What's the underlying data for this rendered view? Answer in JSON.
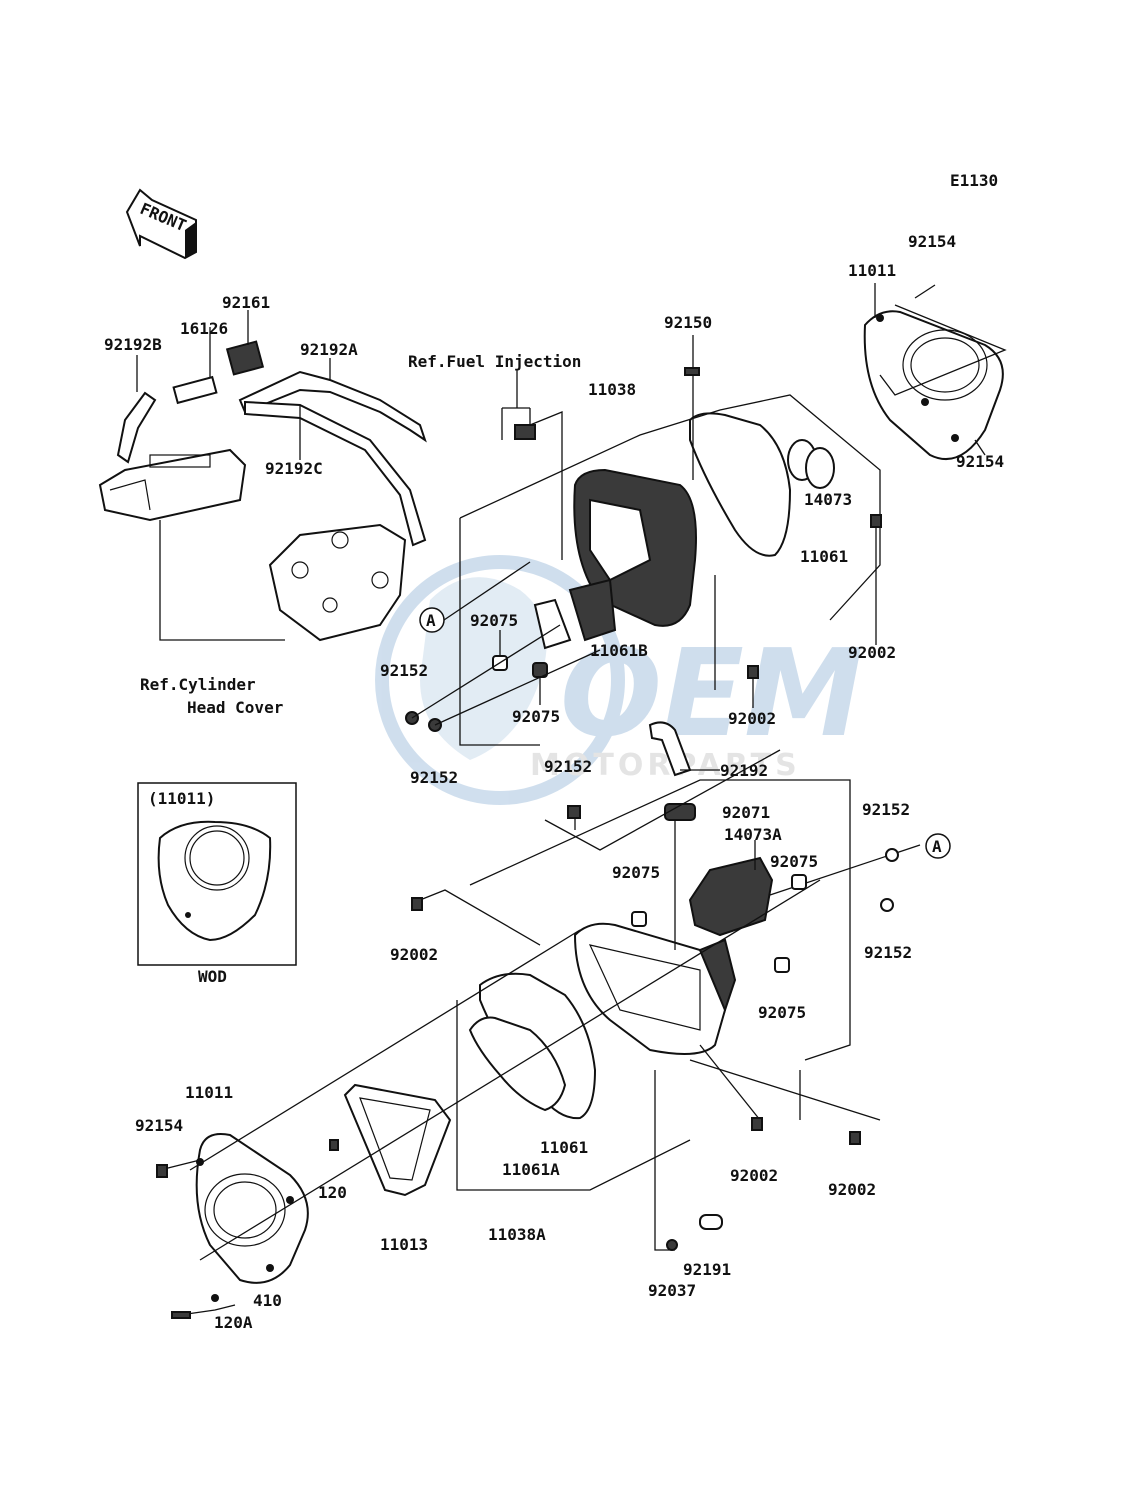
{
  "diagram_code": "E1130",
  "front_arrow": "FRONT",
  "watermark": {
    "brand_line1": "OEM",
    "brand_line2": "MOTORPARTS",
    "color": "#2a6fb0"
  },
  "ref_fuel_injection": "Ref.Fuel Injection",
  "ref_cylinder_head_line1": "Ref.Cylinder",
  "ref_cylinder_head_line2": "Head Cover",
  "inset": {
    "title": "(11011)",
    "caption": "WOD"
  },
  "marker_a": "A",
  "labels": {
    "p92154_top": "92154",
    "p11011_top": "11011",
    "p92161": "92161",
    "p16126": "16126",
    "p92192B": "92192B",
    "p92192A": "92192A",
    "p92150": "92150",
    "p11038": "11038",
    "p92154_right": "92154",
    "p92192C": "92192C",
    "p14073": "14073",
    "p11061_top": "11061",
    "p92075_a": "92075",
    "p11061B": "11061B",
    "p92002_a": "92002",
    "p92152_a": "92152",
    "p92075_b": "92075",
    "p92002_b": "92002",
    "p92152_b": "92152",
    "p92152_c": "92152",
    "p92192": "92192",
    "p92071": "92071",
    "p14073A": "14073A",
    "p92152_d": "92152",
    "p92075_c": "92075",
    "p92075_d": "92075",
    "p92002_c": "92002",
    "p92152_e": "92152",
    "p92075_e": "92075",
    "p11011_bot": "11011",
    "p92154_bot": "92154",
    "p11061_bot": "11061",
    "p11061A": "11061A",
    "p92002_d": "92002",
    "p92002_e": "92002",
    "p120": "120",
    "p11013": "11013",
    "p11038A": "11038A",
    "p92191": "92191",
    "p92037": "92037",
    "p410": "410",
    "p120A": "120A"
  }
}
